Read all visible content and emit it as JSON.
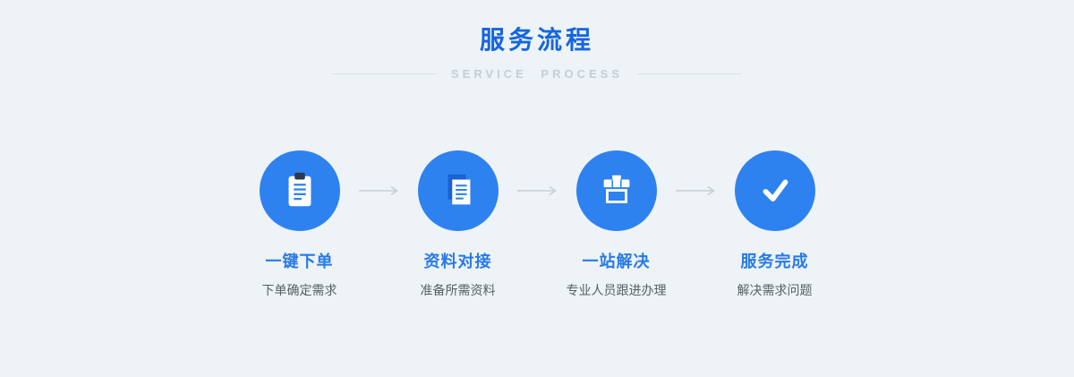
{
  "colors": {
    "background": "#edf3f6",
    "accent_blue": "#2e82f0",
    "title_blue": "#1565e0",
    "step_title_blue": "#2879e8",
    "description_grey": "#556066",
    "arrow_grey": "#c8d0d5"
  },
  "header": {
    "title": "服务流程",
    "subtitle": "SERVICE PROCESS"
  },
  "steps": [
    {
      "icon": "clipboard-icon",
      "title": "一键下单",
      "desc": "下单确定需求"
    },
    {
      "icon": "documents-icon",
      "title": "资料对接",
      "desc": "准备所需资料"
    },
    {
      "icon": "storefront-icon",
      "title": "一站解决",
      "desc": "专业人员跟进办理"
    },
    {
      "icon": "checkmark-icon",
      "title": "服务完成",
      "desc": "解决需求问题"
    }
  ]
}
